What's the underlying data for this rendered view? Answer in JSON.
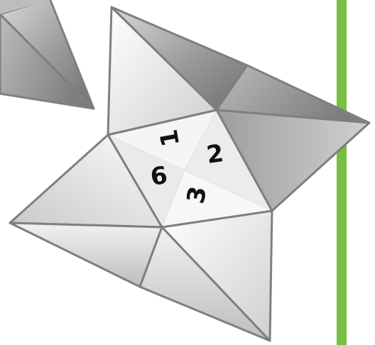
{
  "labels": {
    "n1": "1",
    "n2": "2",
    "n3": "3",
    "n6": "6"
  },
  "colors": {
    "accent_bar": "#76c043",
    "outline": "#7f7f7f",
    "dark_face": "#8a8a8a",
    "light_face": "#f4f4f4"
  }
}
